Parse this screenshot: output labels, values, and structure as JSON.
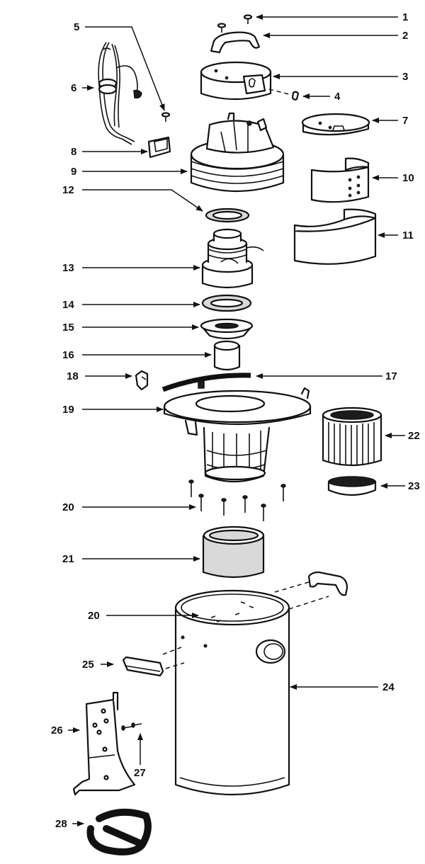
{
  "diagram": {
    "callouts": [
      {
        "id": "1",
        "label": "1"
      },
      {
        "id": "2",
        "label": "2"
      },
      {
        "id": "3",
        "label": "3"
      },
      {
        "id": "4",
        "label": "4"
      },
      {
        "id": "5",
        "label": "5"
      },
      {
        "id": "6",
        "label": "6"
      },
      {
        "id": "7",
        "label": "7"
      },
      {
        "id": "8",
        "label": "8"
      },
      {
        "id": "9",
        "label": "9"
      },
      {
        "id": "10",
        "label": "10"
      },
      {
        "id": "11",
        "label": "11"
      },
      {
        "id": "12",
        "label": "12"
      },
      {
        "id": "13",
        "label": "13"
      },
      {
        "id": "14",
        "label": "14"
      },
      {
        "id": "15",
        "label": "15"
      },
      {
        "id": "16",
        "label": "16"
      },
      {
        "id": "17",
        "label": "17"
      },
      {
        "id": "18",
        "label": "18"
      },
      {
        "id": "19",
        "label": "19"
      },
      {
        "id": "20a",
        "label": "20"
      },
      {
        "id": "20b",
        "label": "20"
      },
      {
        "id": "21",
        "label": "21"
      },
      {
        "id": "22",
        "label": "22"
      },
      {
        "id": "23",
        "label": "23"
      },
      {
        "id": "24",
        "label": "24"
      },
      {
        "id": "25",
        "label": "25"
      },
      {
        "id": "26",
        "label": "26"
      },
      {
        "id": "27",
        "label": "27"
      },
      {
        "id": "28",
        "label": "28"
      }
    ]
  }
}
